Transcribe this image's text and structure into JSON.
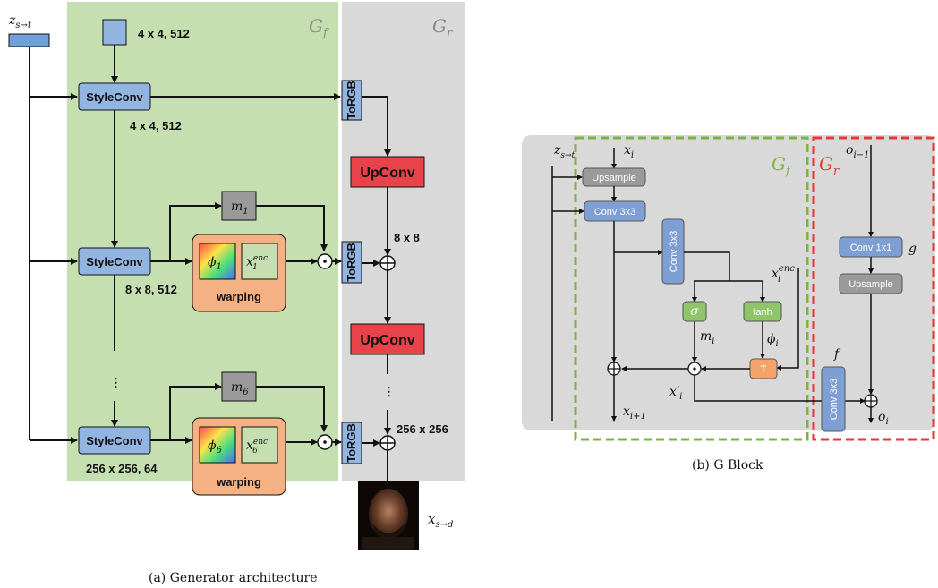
{
  "left": {
    "z_in": "z_{s→t}",
    "gf_title": "G_f",
    "gr_title": "G_r",
    "const_label": "4 x 4, 512",
    "styleconv": "StyleConv",
    "dim1": "4 x 4, 512",
    "dim2": "8 x 8, 512",
    "dim3": "256 x 256, 64",
    "torgb": "ToRGB",
    "upconv": "UpConv",
    "res1": "8 x 8",
    "res2": "256 x 256",
    "m1": "m_1",
    "m6": "m_6",
    "phi1": "ϕ_1",
    "phi6": "ϕ_6",
    "x1enc": "x_1^{enc}",
    "x6enc": "x_6^{enc}",
    "warping": "warping",
    "dots": "⋮",
    "out": "x_{s→d}",
    "caption": "(a) Generator architecture"
  },
  "right": {
    "zst": "z_{s→t}",
    "xi": "x_i",
    "gf": "G_f",
    "gr": "G_r",
    "oprev": "o_{i−1}",
    "upsample": "Upsample",
    "conv3": "Conv 3x3",
    "conv1": "Conv 1x1",
    "g": "g",
    "f": "f",
    "sigma": "σ",
    "tanh": "tanh",
    "T": "T",
    "mi": "m_i",
    "phii": "ϕ_i",
    "xienc": "x_i^{enc}",
    "xprime": "x′_i",
    "xnext": "x_{i+1}",
    "oi": "o_i",
    "caption": "(b) G Block"
  },
  "colors": {
    "gf_bg": "#c5dfb0",
    "gr_bg": "#d9d9d9",
    "blue_block": "#92b4e0",
    "red_block": "#e8434a",
    "orange": "#f4b183",
    "grey_block": "#9a9a9a",
    "green_block": "#a9d18e",
    "dash_green": "#7cb342",
    "dash_red": "#e53935"
  }
}
